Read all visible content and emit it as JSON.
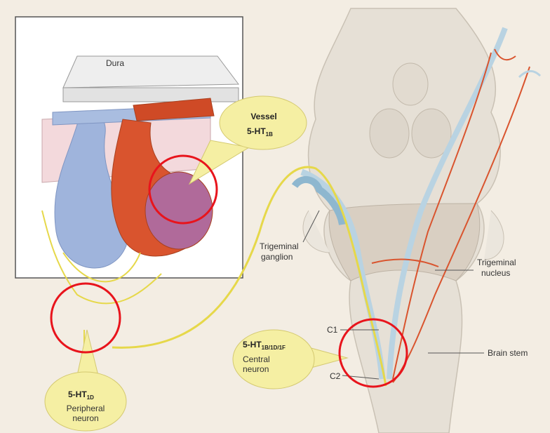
{
  "inset": {
    "dura": "Dura"
  },
  "callouts": {
    "vessel": {
      "title": "Vessel",
      "receptor_base": "5-HT",
      "receptor_sub": "1B"
    },
    "peripheral": {
      "receptor_base": "5-HT",
      "receptor_sub": "1D",
      "line1": "Peripheral",
      "line2": "neuron"
    },
    "central": {
      "receptor_base": "5-HT",
      "receptor_sub": "1B/1D/1F",
      "line1": "Central",
      "line2": "neuron"
    }
  },
  "labels": {
    "trigeminal_ganglion_1": "Trigeminal",
    "trigeminal_ganglion_2": "ganglion",
    "trigeminal_nucleus_1": "Trigeminal",
    "trigeminal_nucleus_2": "nucleus",
    "c1": "C1",
    "c2": "C2",
    "brain_stem": "Brain stem"
  },
  "colors": {
    "highlight_circle": "#e8141c",
    "callout_fill": "#f5efa3",
    "nerve_yellow": "#e6d84a",
    "artery_red": "#d9542e",
    "vein_blue": "#9fb4dc"
  }
}
